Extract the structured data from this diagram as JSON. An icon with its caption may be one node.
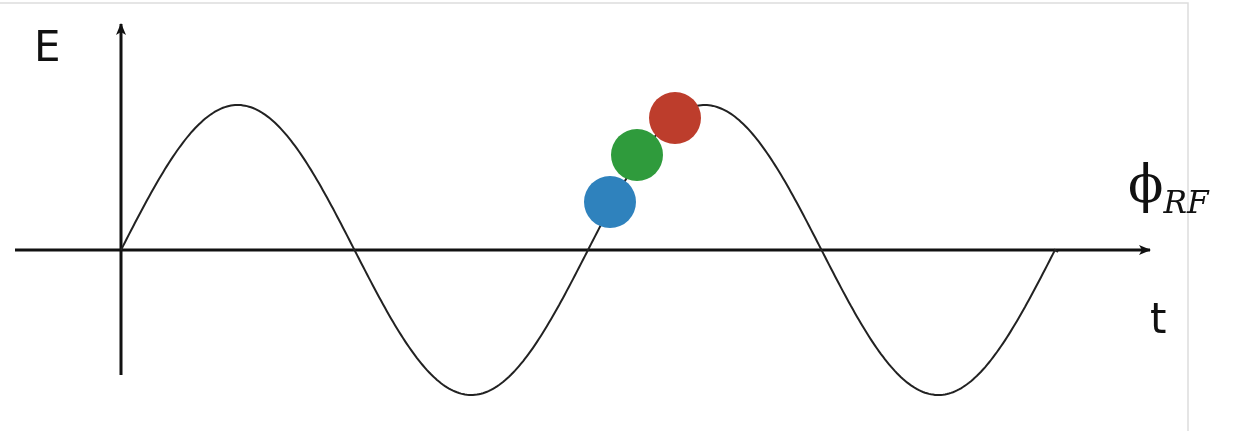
{
  "diagram": {
    "labels": [
      "E",
      "ϕ$_{RF}$",
      "t"
    ]
  }
}
